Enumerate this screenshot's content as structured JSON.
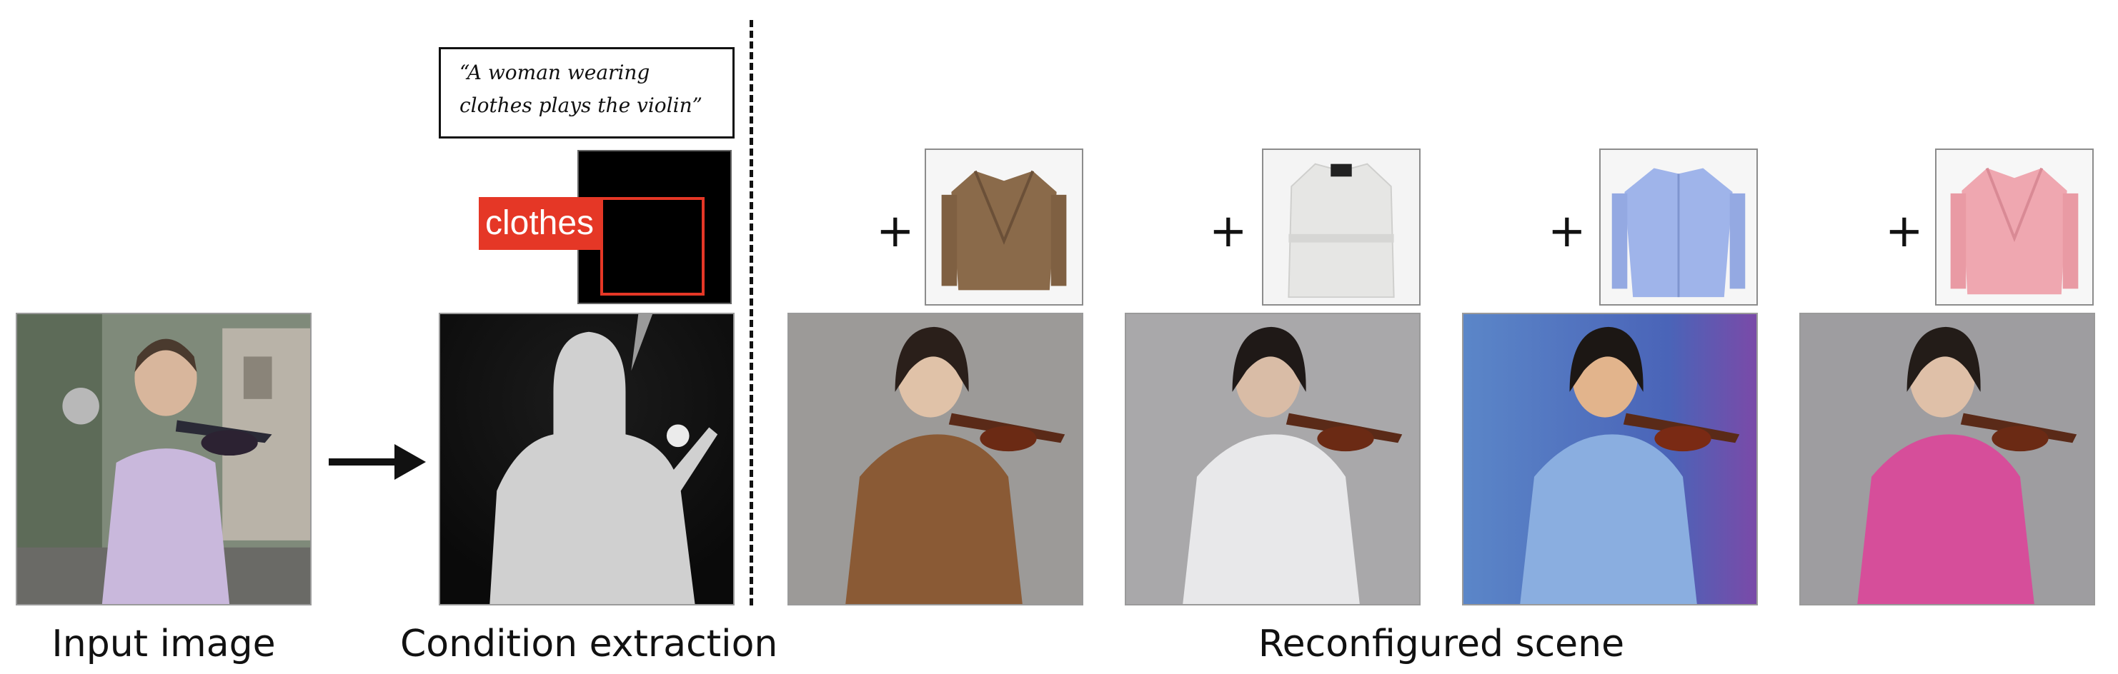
{
  "prompt": {
    "line1": "“A woman wearing",
    "line2": "clothes plays the violin”"
  },
  "mask_label": "clothes",
  "plus_sign": "+",
  "captions": {
    "input": "Input image",
    "condition": "Condition extraction",
    "reconfigured": "Reconfigured scene"
  },
  "garments": [
    {
      "name": "brown-blazer",
      "color": "#8a6a4a"
    },
    {
      "name": "white-trench-coat",
      "color": "#ededeb"
    },
    {
      "name": "light-blue-shirt",
      "color": "#9fb4ea"
    },
    {
      "name": "pink-blazer",
      "color": "#efa7b0"
    }
  ],
  "colors": {
    "accent": "#e53726",
    "input_outfit": "#c9b8dc",
    "outputs": [
      "#8a5a35",
      "#e8e8ea",
      "#8aaee0",
      "#d64e9a"
    ]
  }
}
